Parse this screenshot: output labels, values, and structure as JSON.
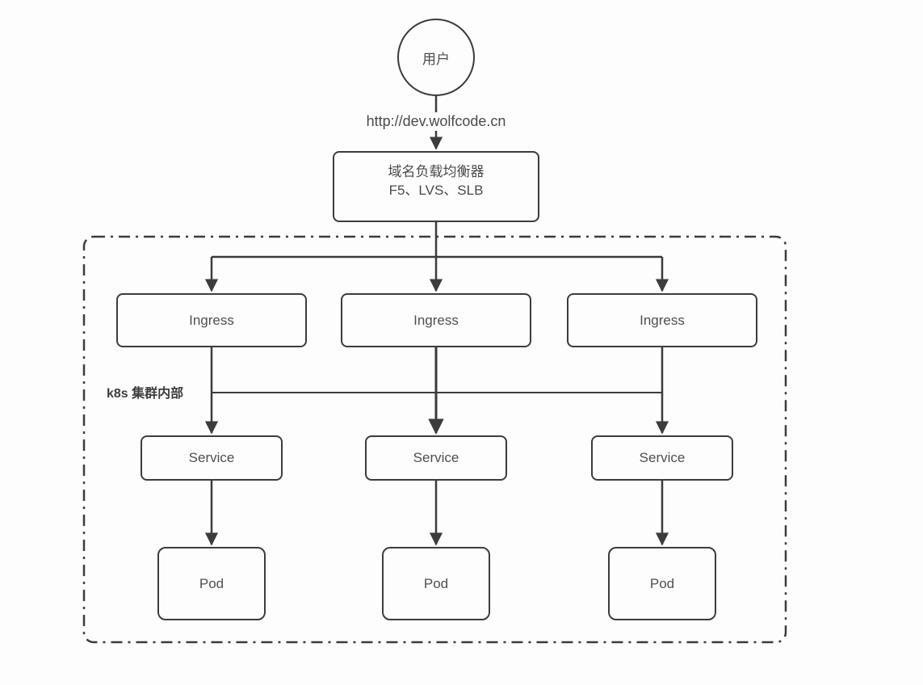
{
  "colors": {
    "line": "#3c3c3c",
    "text": "#4f4f4f",
    "background": "#fdfdfd"
  },
  "user_node": {
    "label": "用户"
  },
  "request_url": "http://dev.wolfcode.cn",
  "load_balancer": {
    "line1": "域名负载均衡器",
    "line2": "F5、LVS、SLB"
  },
  "cluster": {
    "label": "k8s 集群内部"
  },
  "ingress_nodes": [
    {
      "label": "Ingress"
    },
    {
      "label": "Ingress"
    },
    {
      "label": "Ingress"
    }
  ],
  "service_nodes": [
    {
      "label": "Service"
    },
    {
      "label": "Service"
    },
    {
      "label": "Service"
    }
  ],
  "pod_nodes": [
    {
      "label": "Pod"
    },
    {
      "label": "Pod"
    },
    {
      "label": "Pod"
    }
  ]
}
